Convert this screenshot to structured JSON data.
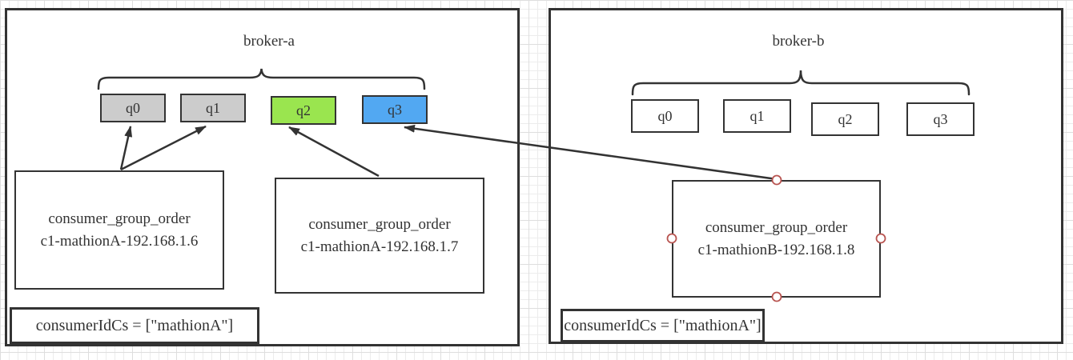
{
  "colors": {
    "stroke_dark": "#333333",
    "queue_gray": "#cccccc",
    "queue_green": "#9ae54f",
    "queue_blue": "#52a8f2",
    "queue_white": "#ffffff",
    "handle_red": "#b85450"
  },
  "panels": [
    {
      "title": "broker-a",
      "queues": [
        {
          "label": "q0",
          "fill": "#cccccc"
        },
        {
          "label": "q1",
          "fill": "#cccccc"
        },
        {
          "label": "q2",
          "fill": "#9ae54f"
        },
        {
          "label": "q3",
          "fill": "#52a8f2"
        }
      ],
      "consumers": [
        {
          "group": "consumer_group_order",
          "id": "c1-mathionA-192.168.1.6"
        },
        {
          "group": "consumer_group_order",
          "id": "c1-mathionA-192.168.1.7"
        }
      ],
      "footer": "consumerIdCs = [\"mathionA\"]"
    },
    {
      "title": "broker-b",
      "queues": [
        {
          "label": "q0",
          "fill": "#ffffff"
        },
        {
          "label": "q1",
          "fill": "#ffffff"
        },
        {
          "label": "q2",
          "fill": "#ffffff"
        },
        {
          "label": "q3",
          "fill": "#ffffff"
        }
      ],
      "consumers": [
        {
          "group": "consumer_group_order",
          "id": "c1-mathionB-192.168.1.8"
        }
      ],
      "footer": "consumerIdCs = [\"mathionA\"]"
    }
  ]
}
